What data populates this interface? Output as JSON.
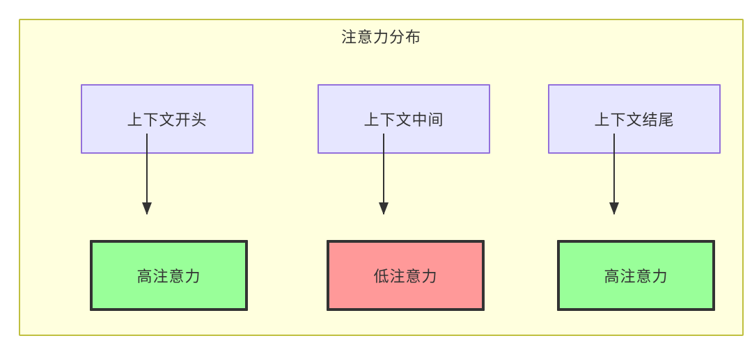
{
  "diagram": {
    "title": "注意力分布",
    "columns": [
      {
        "source": {
          "label": "上下文开头"
        },
        "target": {
          "label": "高注意力",
          "level": "high"
        }
      },
      {
        "source": {
          "label": "上下文中间"
        },
        "target": {
          "label": "低注意力",
          "level": "low"
        }
      },
      {
        "source": {
          "label": "上下文结尾"
        },
        "target": {
          "label": "高注意力",
          "level": "high"
        }
      }
    ],
    "colors": {
      "container_fill": "#ffffde",
      "container_border": "#bfbf3f",
      "source_fill": "#e6e6ff",
      "source_border": "#9370db",
      "high_fill": "#99ff99",
      "low_fill": "#ff9999",
      "target_border": "#333333",
      "edge": "#333333",
      "text": "#333333"
    }
  }
}
